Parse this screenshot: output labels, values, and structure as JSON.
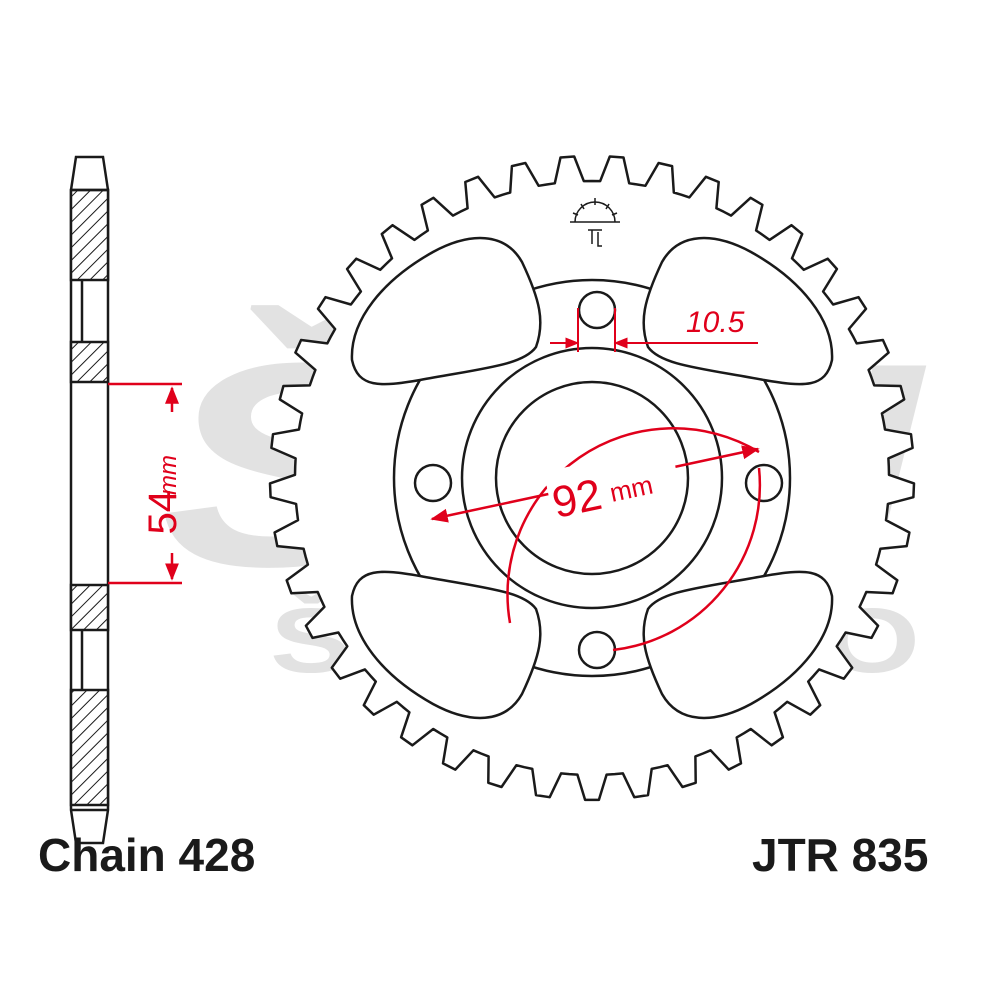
{
  "watermark": {
    "logo_text": "ŠIMI",
    "sub_text": "ŠIMI MOTO"
  },
  "dimensions": {
    "hub_diameter_value": "54",
    "hub_diameter_unit": "mm",
    "bolt_circle_value": "92",
    "bolt_circle_unit": "mm",
    "bolt_hole_size": "10.5"
  },
  "labels": {
    "chain": "Chain 428",
    "part_number": "JTR 835"
  },
  "sprocket": {
    "bolt_holes": 4,
    "lightening_holes": 4
  },
  "colors": {
    "outline": "#1a1a1a",
    "dimension": "#e0001b",
    "watermark": "#d9d9d9"
  }
}
